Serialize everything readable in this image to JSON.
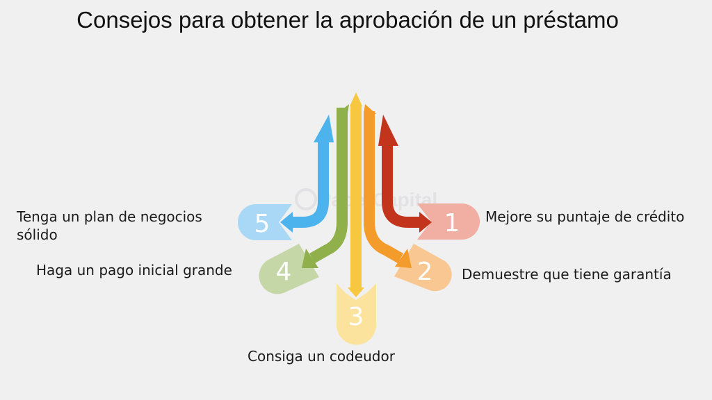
{
  "title": "Consejos para obtener la aprobación de un préstamo",
  "watermark": "PaperCapital",
  "steps": [
    {
      "number": "1",
      "text": "Mejore su puntaje de crédito",
      "color": "#c2351c",
      "tab_color": "#f1aea2"
    },
    {
      "number": "2",
      "text": "Demuestre que tiene garantía",
      "color": "#f39b2b",
      "tab_color": "#f9c892"
    },
    {
      "number": "3",
      "text": "Consiga un codeudor",
      "color": "#f7c73f",
      "tab_color": "#fbe39d"
    },
    {
      "number": "4",
      "text": "Haga un pago inicial grande",
      "color": "#8fb04a",
      "tab_color": "#c6d7a7"
    },
    {
      "number": "5",
      "text_line1": "Tenga un plan de negocios",
      "text_line2": "sólido",
      "color": "#4db3ec",
      "tab_color": "#a8d8f5"
    }
  ]
}
